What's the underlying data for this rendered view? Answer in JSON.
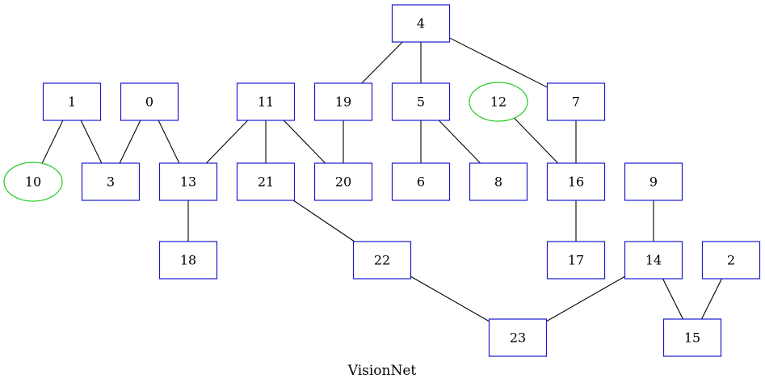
{
  "graph": {
    "title": "VisionNet",
    "colors": {
      "box_stroke": "#1a1ad0",
      "ellipse_stroke": "#22cc22",
      "edge": "#000000",
      "background": "#ffffff"
    },
    "nodes": [
      {
        "id": "4",
        "shape": "box"
      },
      {
        "id": "1",
        "shape": "box"
      },
      {
        "id": "0",
        "shape": "box"
      },
      {
        "id": "11",
        "shape": "box"
      },
      {
        "id": "19",
        "shape": "box"
      },
      {
        "id": "5",
        "shape": "box"
      },
      {
        "id": "12",
        "shape": "ellipse"
      },
      {
        "id": "7",
        "shape": "box"
      },
      {
        "id": "10",
        "shape": "ellipse"
      },
      {
        "id": "3",
        "shape": "box"
      },
      {
        "id": "13",
        "shape": "box"
      },
      {
        "id": "21",
        "shape": "box"
      },
      {
        "id": "20",
        "shape": "box"
      },
      {
        "id": "6",
        "shape": "box"
      },
      {
        "id": "8",
        "shape": "box"
      },
      {
        "id": "16",
        "shape": "box"
      },
      {
        "id": "9",
        "shape": "box"
      },
      {
        "id": "18",
        "shape": "box"
      },
      {
        "id": "22",
        "shape": "box"
      },
      {
        "id": "17",
        "shape": "box"
      },
      {
        "id": "14",
        "shape": "box"
      },
      {
        "id": "2",
        "shape": "box"
      },
      {
        "id": "23",
        "shape": "box"
      },
      {
        "id": "15",
        "shape": "box"
      }
    ],
    "edges": [
      [
        "4",
        "19"
      ],
      [
        "4",
        "5"
      ],
      [
        "4",
        "7"
      ],
      [
        "1",
        "10"
      ],
      [
        "1",
        "3"
      ],
      [
        "0",
        "3"
      ],
      [
        "0",
        "13"
      ],
      [
        "11",
        "13"
      ],
      [
        "11",
        "21"
      ],
      [
        "11",
        "20"
      ],
      [
        "19",
        "20"
      ],
      [
        "5",
        "6"
      ],
      [
        "5",
        "8"
      ],
      [
        "12",
        "16"
      ],
      [
        "7",
        "16"
      ],
      [
        "13",
        "18"
      ],
      [
        "21",
        "22"
      ],
      [
        "16",
        "17"
      ],
      [
        "9",
        "14"
      ],
      [
        "22",
        "23"
      ],
      [
        "14",
        "23"
      ],
      [
        "14",
        "15"
      ],
      [
        "2",
        "15"
      ]
    ]
  }
}
